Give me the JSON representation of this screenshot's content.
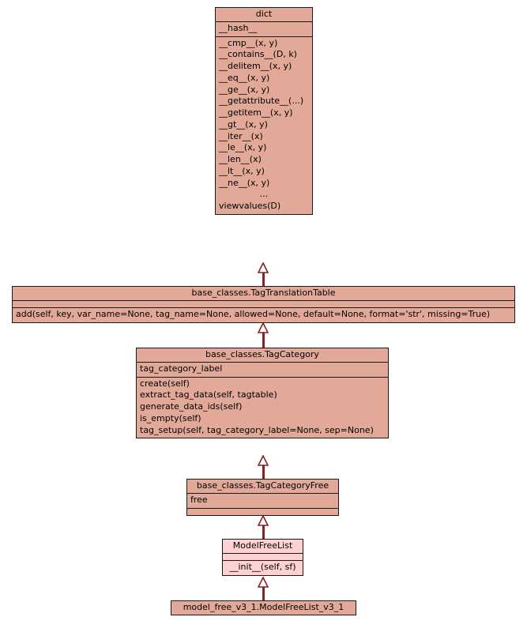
{
  "diagram": {
    "kind": "uml-class-diagram",
    "title": "",
    "background_color": "#ffffff",
    "box_fill_color": "#e2a999",
    "box_fill_color_light": "#ffd1d1",
    "box_border_color": "#1a1a1a",
    "connector_color": "#882222",
    "arrow_style": "hollow-triangle-generalization"
  },
  "classes": [
    {
      "id": "dict",
      "name": "dict",
      "attributes": [
        "__hash__"
      ],
      "methods": [
        "__cmp__(x, y)",
        "__contains__(D, k)",
        "__delitem__(x, y)",
        "__eq__(x, y)",
        "__ge__(x, y)",
        "__getattribute__(...)",
        "__getitem__(x, y)",
        "__gt__(x, y)",
        "__iter__(x)",
        "__le__(x, y)",
        "__len__(x)",
        "__lt__(x, y)",
        "__ne__(x, y)",
        "...",
        "viewvalues(D)"
      ]
    },
    {
      "id": "tagtranslationtable",
      "name": "base_classes.TagTranslationTable",
      "attributes": [],
      "methods": [
        "add(self, key, var_name=None, tag_name=None, allowed=None, default=None, format='str', missing=True)"
      ]
    },
    {
      "id": "tagcategory",
      "name": "base_classes.TagCategory",
      "attributes": [
        "tag_category_label"
      ],
      "methods": [
        "create(self)",
        "extract_tag_data(self, tagtable)",
        "generate_data_ids(self)",
        "is_empty(self)",
        "tag_setup(self, tag_category_label=None, sep=None)"
      ]
    },
    {
      "id": "tagcategoryfree",
      "name": "base_classes.TagCategoryFree",
      "attributes": [
        "free"
      ],
      "methods": []
    },
    {
      "id": "modelfreelist",
      "name": "ModelFreeList",
      "attributes": [],
      "methods": [
        "__init__(self, sf)"
      ]
    },
    {
      "id": "modelfreelistv31",
      "name": "model_free_v3_1.ModelFreeList_v3_1",
      "attributes": [],
      "methods": []
    }
  ],
  "relations": [
    {
      "from": "tagtranslationtable",
      "to": "dict",
      "type": "generalization"
    },
    {
      "from": "tagcategory",
      "to": "tagtranslationtable",
      "type": "generalization"
    },
    {
      "from": "tagcategoryfree",
      "to": "tagcategory",
      "type": "generalization"
    },
    {
      "from": "modelfreelist",
      "to": "tagcategoryfree",
      "type": "generalization"
    },
    {
      "from": "modelfreelistv31",
      "to": "modelfreelist",
      "type": "generalization"
    }
  ]
}
